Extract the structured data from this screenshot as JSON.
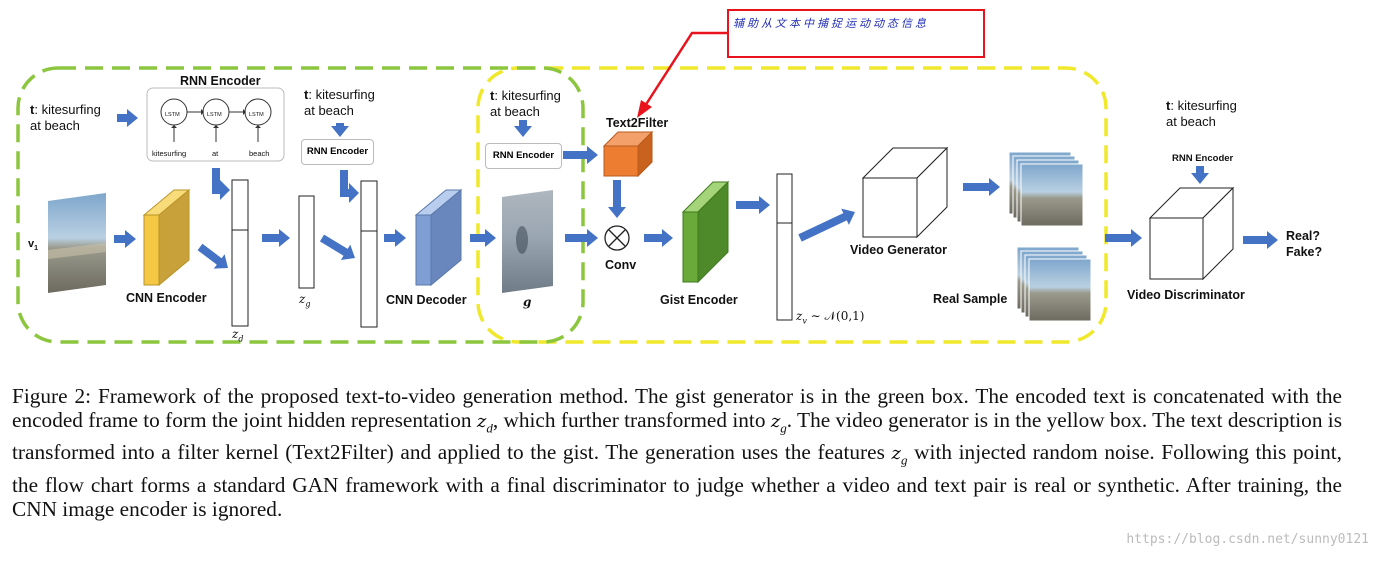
{
  "note": {
    "text": "辅助从文本中捕捉运动动态信息",
    "border_color": "#e8131c",
    "text_color": "#2330b8"
  },
  "rnn_encoder": {
    "title": "RNN Encoder",
    "cells": [
      "LSTM",
      "LSTM",
      "LSTM"
    ],
    "words": [
      "kitesurfing",
      "at",
      "beach"
    ]
  },
  "text_input": {
    "prefix": "t",
    "line1": ": kitesurfing",
    "line2": "at beach"
  },
  "input_var": {
    "v": "v",
    "sub": "1"
  },
  "labels": {
    "cnn_encoder": "CNN Encoder",
    "cnn_decoder": "CNN Decoder",
    "rnn_encoder_small": "RNN Encoder",
    "text2filter": "Text2Filter",
    "conv": "Conv",
    "gist_encoder": "Gist Encoder",
    "video_generator": "Video Generator",
    "real_sample": "Real Sample",
    "video_discriminator": "Video Discriminator",
    "real": "Real?",
    "fake": "Fake?"
  },
  "math": {
    "zd": "z",
    "zd_sub": "d",
    "zg": "z",
    "zg_sub": "g",
    "g": "g",
    "zv": "z",
    "zv_sub": "v",
    "zv_dist": " ∼ 𝒩(0,1)"
  },
  "caption": {
    "p1": "Figure 2: Framework of the proposed text-to-video generation method. The gist generator is in the green box. The encoded text is concatenated with the encoded frame to form the joint hidden representation ",
    "m1": "z",
    "m1_sub": "d",
    "p2": ", which further transformed into ",
    "m2": "z",
    "m2_sub": "g",
    "p3": ". The video generator is in the yellow box. The text description is transformed into a filter kernel (Text2Filter) and applied to the gist. The generation uses the features ",
    "m3": "z",
    "m3_sub": "g",
    "p4": " with injected random noise. Following this point, the flow chart forms a standard GAN framework with a final discriminator to judge whether a video and text pair is real or synthetic. After training, the CNN image encoder is ignored."
  },
  "watermark": "https://blog.csdn.net/sunny0121",
  "colors": {
    "green_box": "#8cc63f",
    "yellow_box": "#f0e82a",
    "arrow": "#4472c4",
    "cnn_encoder": "#f4c842",
    "cnn_decoder": "#7f9fd4",
    "text2filter": "#ed7d31",
    "gist_encoder": "#6aaa3a"
  }
}
